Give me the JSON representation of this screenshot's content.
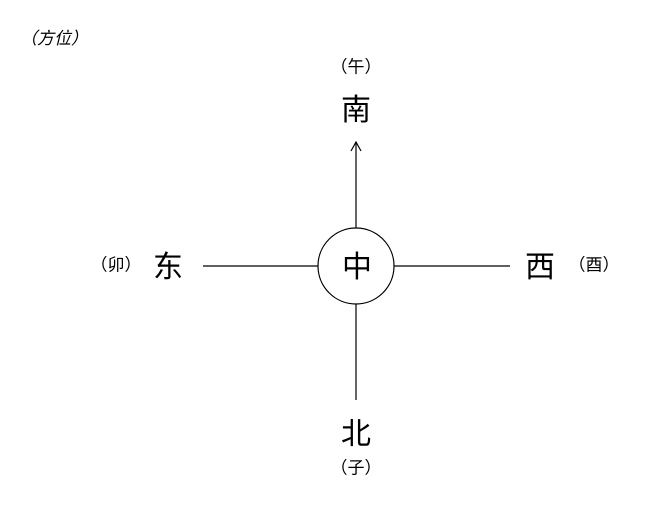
{
  "title": "（方位）",
  "center": "中",
  "directions": {
    "south": {
      "label": "南",
      "branch": "（午）"
    },
    "north": {
      "label": "北",
      "branch": "（子）"
    },
    "east": {
      "label": "东",
      "branch": "（卯）"
    },
    "west": {
      "label": "西",
      "branch": "（酉）"
    }
  }
}
